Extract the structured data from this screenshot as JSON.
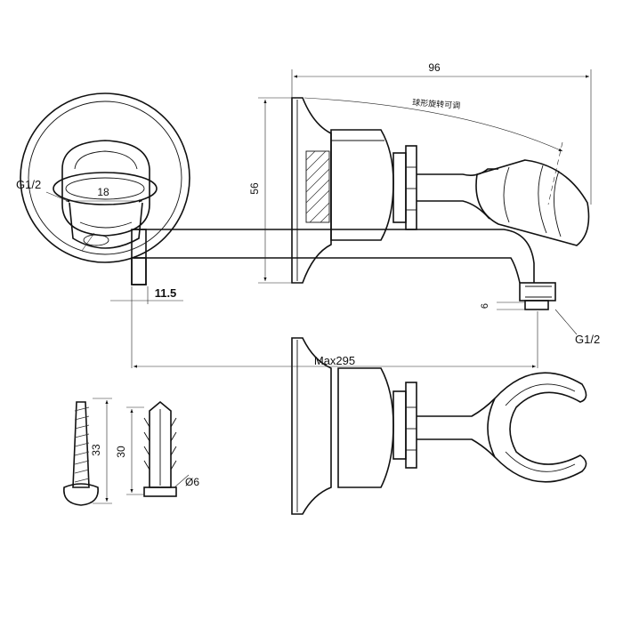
{
  "dimensions": {
    "width_total": "96",
    "height_flange": "56",
    "inner_diameter": "18",
    "outlet_offset": "11.5",
    "outlet_depth": "6",
    "max_length": "Max295",
    "screw_length": "33",
    "anchor_length": "30",
    "anchor_diameter": "Ø6"
  },
  "threads": {
    "left_connection": "G1/2",
    "outlet_connection": "G1/2"
  },
  "annotations": {
    "rotation_note": "球形旋转可调"
  },
  "colors": {
    "line": "#111111",
    "background": "#ffffff"
  }
}
